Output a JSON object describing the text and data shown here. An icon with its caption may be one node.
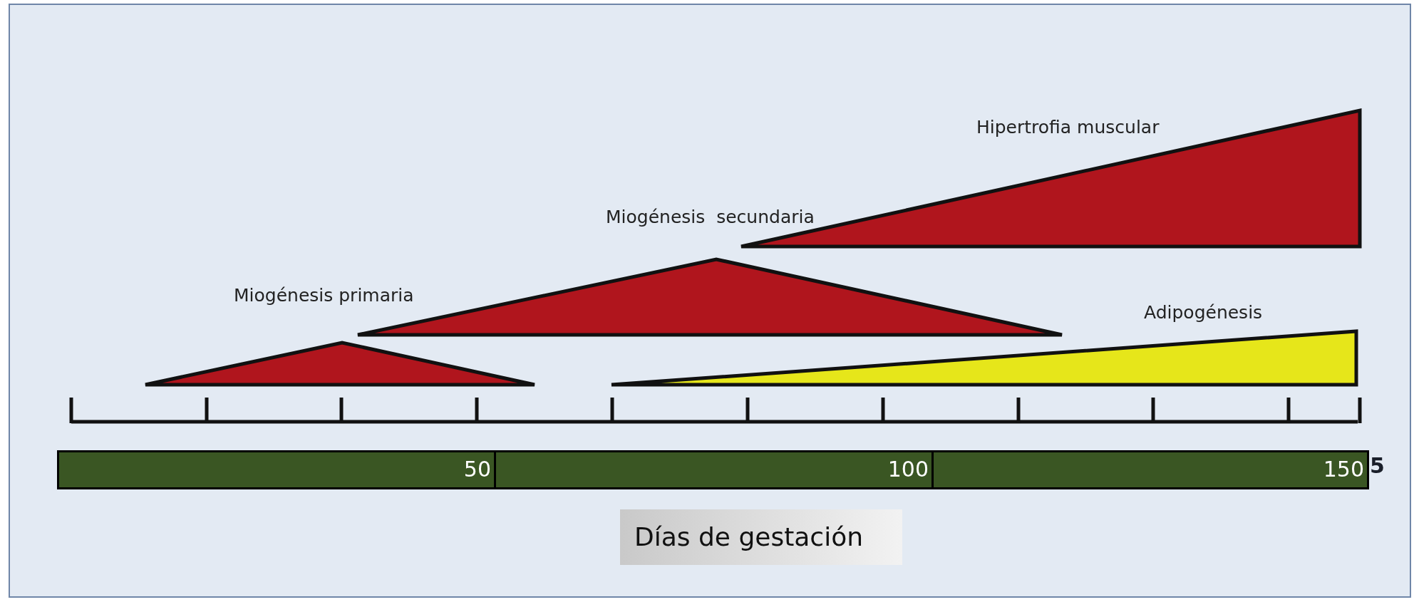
{
  "diagram": {
    "nodes": [
      {
        "text": [
          "Miogénesis primaria"
        ]
      },
      {
        "text": [
          "Miogénesis  secundaria"
        ]
      },
      {
        "text": [
          "Hipertrofia muscular"
        ]
      },
      {
        "text": [
          "Adipogénesis"
        ]
      },
      {
        "text": [
          "50"
        ]
      },
      {
        "text": [
          "100"
        ]
      },
      {
        "text": [
          "150"
        ]
      },
      {
        "text": [
          "Días de gestación"
        ]
      }
    ],
    "edges": [],
    "labels": [
      "5"
    ]
  }
}
